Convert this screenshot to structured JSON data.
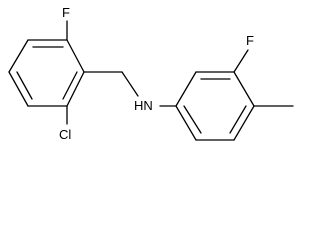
{
  "molecule": {
    "atoms": {
      "fluorine_top_left": "F",
      "chlorine_bottom_left": "Cl",
      "amine": "HN",
      "fluorine_right": "F"
    },
    "colors": {
      "bond": "#000000",
      "label": "#000000",
      "background": "#ffffff"
    }
  }
}
